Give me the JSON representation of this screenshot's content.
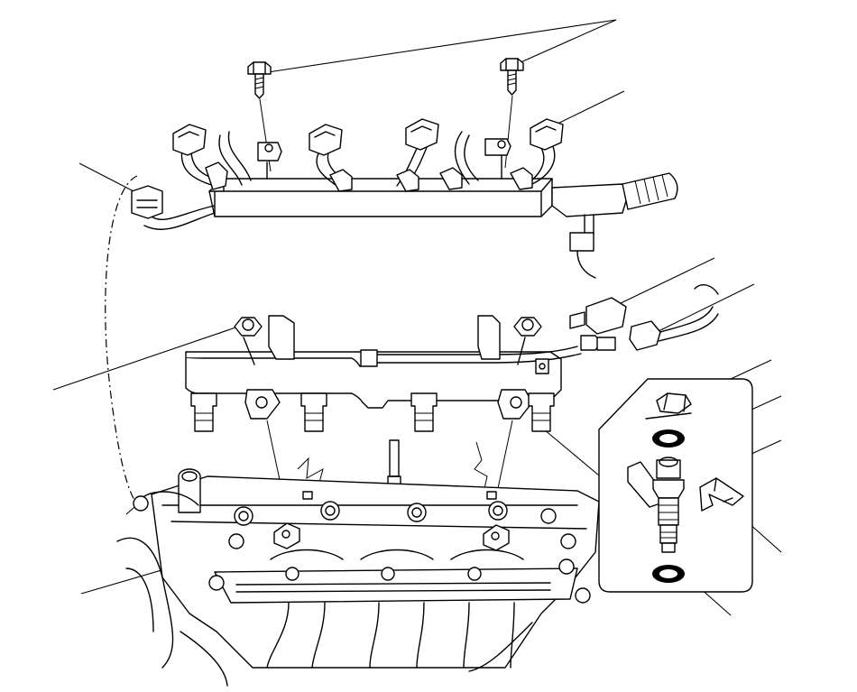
{
  "figure": {
    "description_labels": [],
    "colors": {
      "line": "#000000",
      "background": "#ffffff"
    },
    "icons": [
      "injector-harness",
      "fuel-rail",
      "fuel-injector",
      "o-ring",
      "seal-ring",
      "injector-clip",
      "flange-nut",
      "bolt",
      "intake-manifold"
    ]
  }
}
